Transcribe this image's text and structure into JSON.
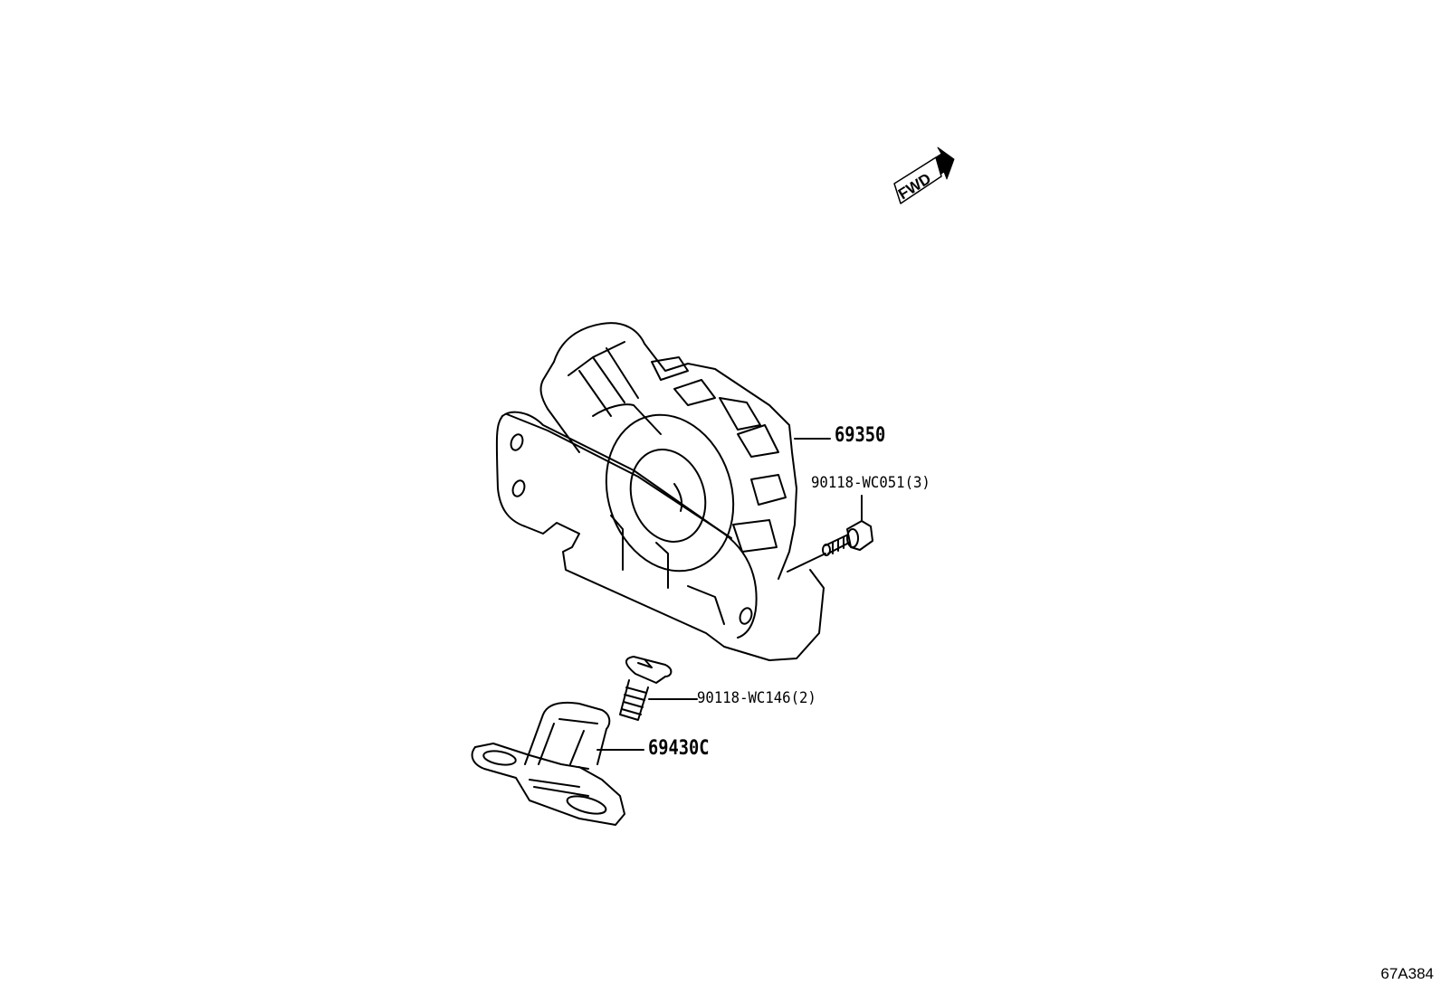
{
  "diagram": {
    "figure_id": "67A384",
    "direction_indicator": {
      "text": "FWD",
      "icon": "fwd-arrow-icon"
    },
    "parts": [
      {
        "id": "motor-assembly",
        "part_number": "69350",
        "description_shape": "door lock actuator/motor assembly"
      },
      {
        "id": "bolt",
        "part_number": "90118-WC051(3)",
        "quantity": 3,
        "description_shape": "flange bolt"
      },
      {
        "id": "screw",
        "part_number": "90118-WC146(2)",
        "quantity": 2,
        "description_shape": "countersunk screw"
      },
      {
        "id": "striker",
        "part_number": "69430C",
        "description_shape": "door lock striker"
      }
    ]
  },
  "colors": {
    "line": "#000000",
    "background": "#ffffff"
  }
}
